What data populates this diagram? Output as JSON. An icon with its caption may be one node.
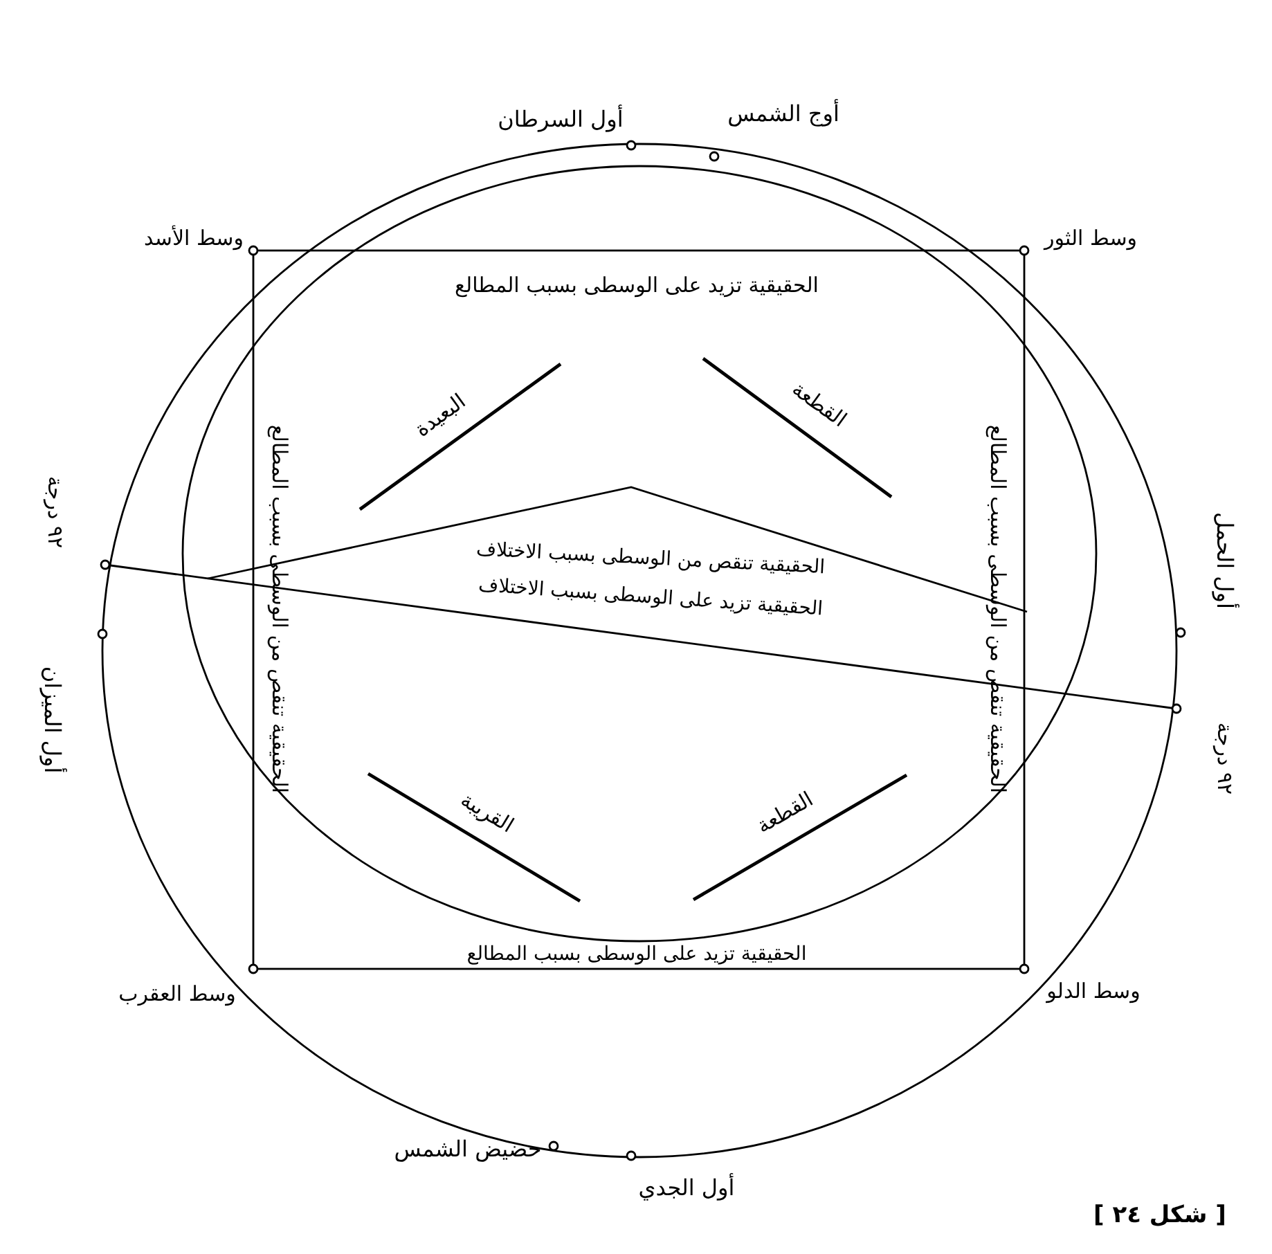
{
  "diagram": {
    "caption": "[ شكل ٢٤ ]",
    "labels": [
      "أول السرطان",
      "أوج الشمس",
      "وسط الأسد",
      "وسط الثور",
      "الحقيقية تزيد على الوسطى بسبب المطالع",
      "الحقيقية تنقص من الوسطى بسبب المطالع",
      "الحقيقية تنقص من الوسطى بسبب المطالع",
      "البعيدة",
      "القطعة",
      "الحقيقية تنقص من الوسطى بسبب الاختلاف",
      "الحقيقية تزيد على الوسطى بسبب الاختلاف",
      "القريبة",
      "القطعة",
      "الحقيقية تزيد على الوسطى بسبب المطالع",
      "أول الحمل",
      "٩٢ درجة",
      "٩٢ درجة",
      "أول الميزان",
      "وسط العقرب",
      "وسط الدلو",
      "حضيض الشمس",
      "أول الجدي"
    ]
  }
}
